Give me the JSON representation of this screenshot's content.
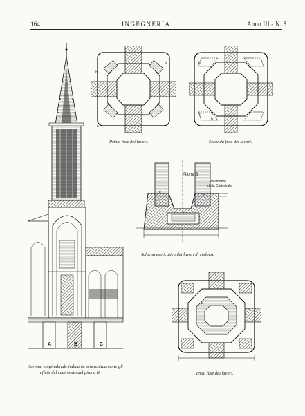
{
  "header": {
    "page_number": "164",
    "journal_title": "INGEGNERIA",
    "issue": "Anno III - N. 5"
  },
  "captions": {
    "phase1": "Prima fase dei lavori.",
    "phase2": "Seconda fase dei lavori.",
    "scheme": "Schema esplicativo dei lavori di rinforzo",
    "section_line1": "Sezione longitudinale indicante schematicamente gli",
    "section_line2": "effetti del cedimento del pilone B.",
    "phase3": "Terza fase dei lavori."
  },
  "labels": {
    "pilone": "Pilone B",
    "pavimento_line1": "Pavimento",
    "pavimento_line2": "della Cattedrale",
    "pier_a": "A",
    "pier_b": "B",
    "pier_c": "C",
    "mark_a": "a",
    "mark_b": "b",
    "mark_c": "c",
    "mark_d": "d",
    "mark_e": "e",
    "mark_f": "f"
  }
}
